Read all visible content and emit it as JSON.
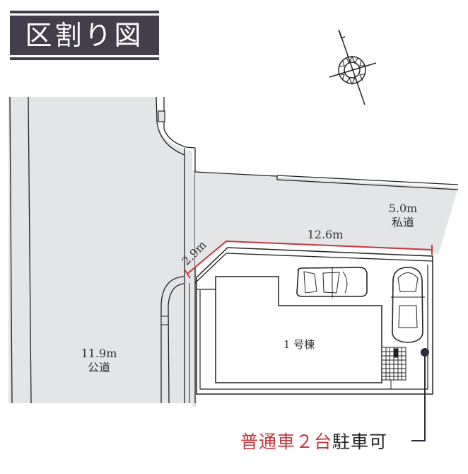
{
  "title": "区割り図",
  "compass": {
    "icon": "north-arrow-compass-icon"
  },
  "roads": {
    "public_road": {
      "width": "11.9m",
      "type": "公道"
    },
    "private_road": {
      "width": "5.0m",
      "type": "私道"
    }
  },
  "dimensions": {
    "frontage_short": "2.9m",
    "frontage_long": "12.6m"
  },
  "building": {
    "label": "1 号棟"
  },
  "parking": {
    "caption_red": "普通車２台",
    "caption_black": "駐車可"
  },
  "colors": {
    "title_bg": "#443e4c",
    "road_fill": "#e4e5e7",
    "dimension_line": "#c8363e",
    "caption_red": "#c8363e",
    "line": "#222222"
  }
}
